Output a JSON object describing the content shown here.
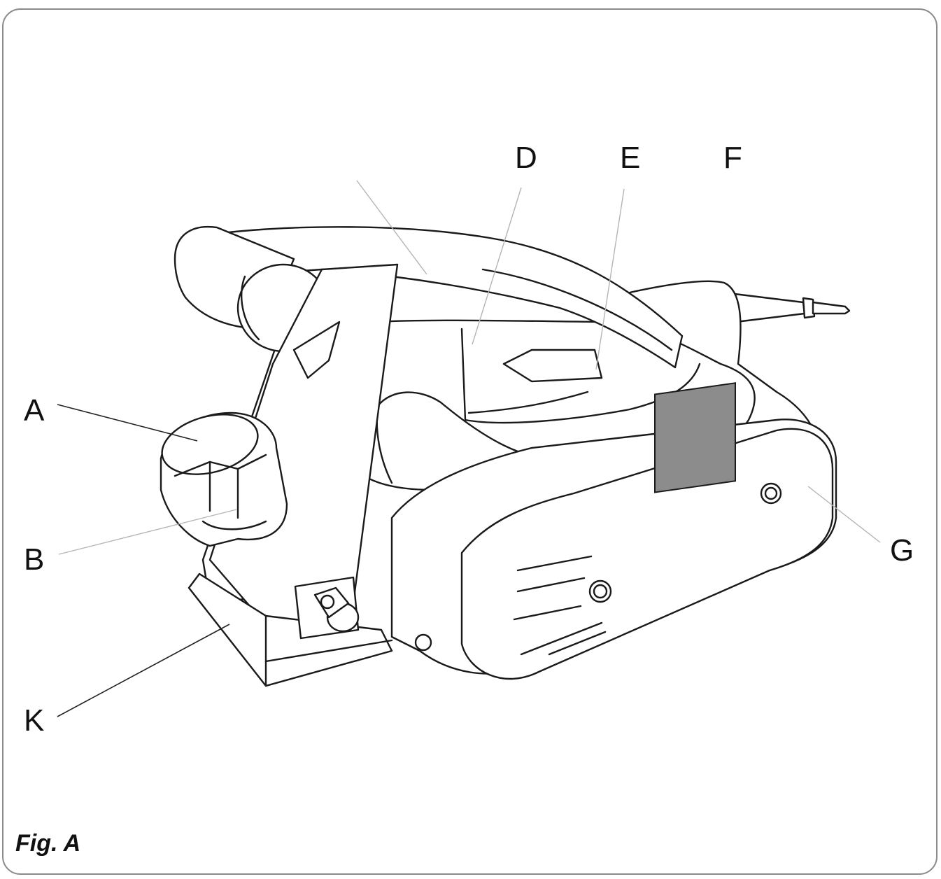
{
  "figure": {
    "caption": "Fig. A",
    "subject": "planer-illustration",
    "colors": {
      "frame": "#8a8a8a",
      "line": "#1a1a1a",
      "display_panel": "#8c8c8c",
      "leader_dark": "#222222",
      "leader_light": "#b5b5b5"
    },
    "labels": {
      "A": "A",
      "B": "B",
      "D": "D",
      "E": "E",
      "F": "F",
      "G": "G",
      "K": "K"
    }
  }
}
